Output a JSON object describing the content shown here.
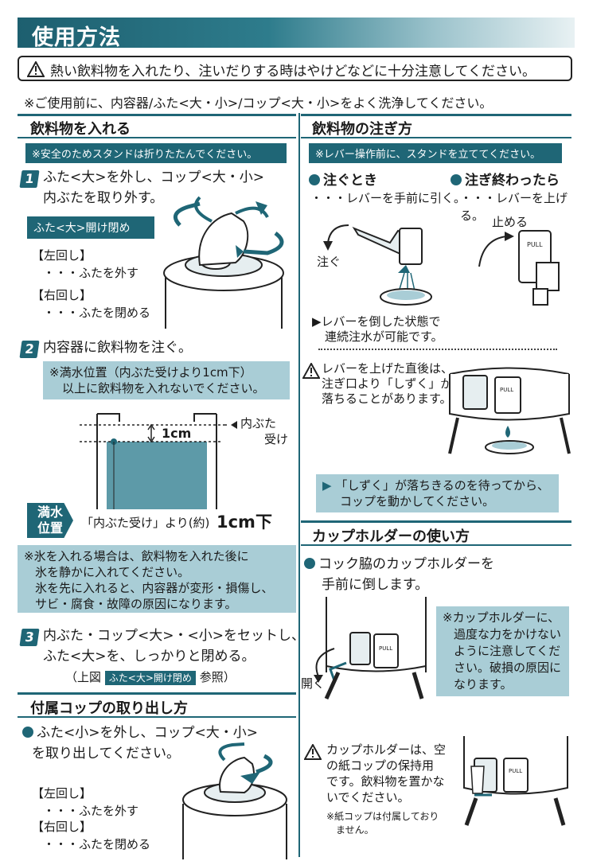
{
  "header": {
    "title": "使用方法",
    "warning": "熱い飲料物を入れたり、注いだりする時はやけどなどに十分注意してください。",
    "note": "※ご使用前に、内容器/ふた<大・小>/コップ<大・小>をよく洗浄してください。"
  },
  "left": {
    "section1_title": "飲料物を入れる",
    "section1_pill": "※安全のためスタンドは折りたたんでください。",
    "step1_num": "1",
    "step1_line1": "ふた<大>を外し、コップ<大・小>",
    "step1_line2": "内ぶたを取り外す。",
    "step1_tag": "ふた<大>開け閉め",
    "left_turn": "【左回し】",
    "left_turn_desc": "・・・ふたを外す",
    "right_turn": "【右回し】",
    "right_turn_desc": "・・・ふたを閉める",
    "step2_num": "2",
    "step2_text": "内容器に飲料物を注ぐ。",
    "step2_note_line1": "※満水位置（内ぶた受けより1cm下）",
    "step2_note_line2": "以上に飲料物を入れないでください。",
    "diagram_label1": "内ぶた",
    "diagram_label2": "受け",
    "diagram_dim": "1cm",
    "full_label_line1": "満水",
    "full_label_line2": "位置",
    "full_desc": "「内ぶた受け」より(約)",
    "full_value": "1cm下",
    "ice_note_line1": "※氷を入れる場合は、飲料物を入れた後に",
    "ice_note_line2": "氷を静かに入れてください。",
    "ice_note_line3": "氷を先に入れると、内容器が変形・損傷し、",
    "ice_note_line4": "サビ・腐食・故障の原因になります。",
    "step3_num": "3",
    "step3_line1": "内ぶた・コップ<大>・<小>をセットし、",
    "step3_line2": "ふた<大>を、しっかりと閉める。",
    "step3_ref_prefix": "（上図",
    "step3_ref_tag": "ふた<大>開け閉め",
    "step3_ref_suffix": "参照）",
    "section2_title": "付属コップの取り出し方",
    "cup_line1": "ふた<小>を外し、コップ<大・小>",
    "cup_line2": "を取り出してください。",
    "cup_left_turn": "【左回し】",
    "cup_left_desc": "・・・ふたを外す",
    "cup_right_turn": "【右回し】",
    "cup_right_desc": "・・・ふたを閉める"
  },
  "right": {
    "section1_title": "飲料物の注ぎ方",
    "section1_pill": "※レバー操作前に、スタンドを立ててください。",
    "pour_head": "注ぐとき",
    "pour_desc": "・・・レバーを手前に引く。",
    "stop_head": "注ぎ終わったら",
    "stop_desc": "・・・レバーを上げる。",
    "pour_label": "注ぐ",
    "stop_label": "止める",
    "pull_text": "PULL",
    "continuous_line1": "レバーを倒した状態で",
    "continuous_line2": "連続注水が可能です。",
    "drip_warn_line1": "レバーを上げた直後は、",
    "drip_warn_line2": "注ぎ口より「しずく」が",
    "drip_warn_line3": "落ちることがあります。",
    "drip_note_line1": "「しずく」が落ちきるのを待ってから、",
    "drip_note_line2": "コップを動かしてください。",
    "section2_title": "カップホルダーの使い方",
    "holder_line1": "コック脇のカップホルダーを",
    "holder_line2": "手前に倒します。",
    "holder_note_line1": "※カップホルダーに、",
    "holder_note_line2": "過度な力をかけない",
    "holder_note_line3": "ように注意してくだ",
    "holder_note_line4": "さい。破損の原因に",
    "holder_note_line5": "なります。",
    "open_label": "開く",
    "holder_warn_line1": "カップホルダーは、空",
    "holder_warn_line2": "の紙コップの保持用",
    "holder_warn_line3": "です。飲料物を置かな",
    "holder_warn_line4": "いでください。",
    "paper_cup_note_line1": "※紙コップは付属しており",
    "paper_cup_note_line2": "ません。"
  },
  "colors": {
    "accent": "#1f6676",
    "light_box": "#a9cdd6"
  }
}
